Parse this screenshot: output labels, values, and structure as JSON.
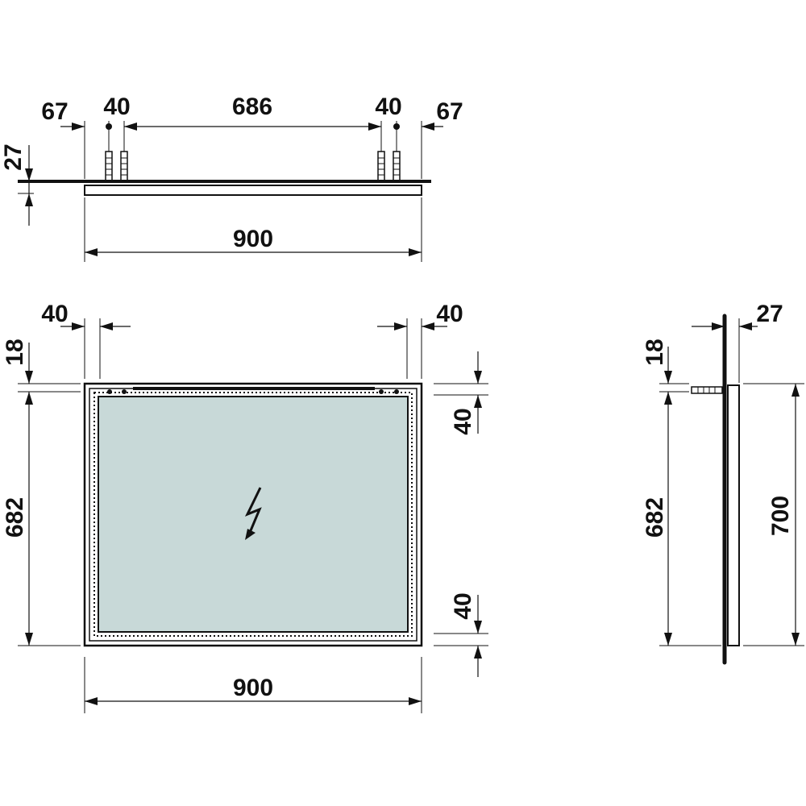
{
  "colors": {
    "line": "#111111",
    "mirror_glass": "#c8d9d8",
    "background": "#ffffff"
  },
  "top_view": {
    "dim_left_margin": "67",
    "dim_left_hole": "40",
    "dim_hole_spacing": "686",
    "dim_right_hole": "40",
    "dim_right_margin": "67",
    "dim_depth": "27",
    "dim_width": "900"
  },
  "front_view": {
    "dim_left_offset": "40",
    "dim_right_offset": "40",
    "dim_top_offset": "18",
    "dim_height": "682",
    "dim_top_right": "40",
    "dim_bottom_right": "40",
    "dim_width": "900",
    "symbol_icon": "lightning-bolt-icon"
  },
  "side_view": {
    "dim_depth": "27",
    "dim_top_offset": "18",
    "dim_height": "682",
    "dim_total_height": "700"
  }
}
